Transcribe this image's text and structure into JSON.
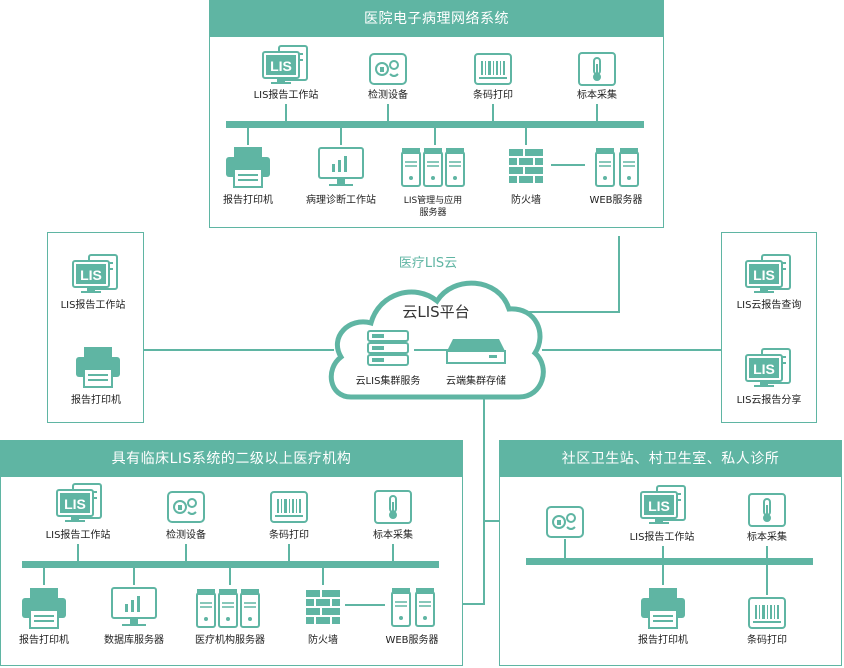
{
  "colors": {
    "accent": "#5fb5a3",
    "accent_dark": "#3e9a86",
    "text": "#333333"
  },
  "top_panel": {
    "title": "医院电子病理网络系统",
    "row1": [
      {
        "label": "LIS报告工作站",
        "icon": "lis-workstation-icon"
      },
      {
        "label": "检测设备",
        "icon": "testing-device-icon"
      },
      {
        "label": "条码打印",
        "icon": "barcode-print-icon"
      },
      {
        "label": "标本采集",
        "icon": "specimen-collection-icon"
      }
    ],
    "row2": [
      {
        "label": "报告打印机",
        "icon": "printer-icon"
      },
      {
        "label": "病理诊断工作站",
        "icon": "diagnosis-workstation-icon"
      },
      {
        "label": "LIS管理与应用",
        "label2": "服务器",
        "icon": "server-cluster-icon"
      },
      {
        "label": "防火墙",
        "icon": "firewall-icon"
      },
      {
        "label": "WEB服务器",
        "icon": "web-server-icon"
      }
    ]
  },
  "left_panel": {
    "items": [
      {
        "label": "LIS报告工作站",
        "icon": "lis-workstation-icon"
      },
      {
        "label": "报告打印机",
        "icon": "printer-icon"
      }
    ]
  },
  "right_panel": {
    "items": [
      {
        "label": "LIS云报告查询",
        "icon": "lis-workstation-icon"
      },
      {
        "label": "LIS云报告分享",
        "icon": "lis-workstation-icon"
      }
    ]
  },
  "cloud": {
    "title": "医疗LIS云",
    "platform": "云LIS平台",
    "service_label": "云LIS集群服务",
    "storage_label": "云端集群存储"
  },
  "bottom_left_panel": {
    "title": "具有临床LIS系统的二级以上医疗机构",
    "row1": [
      {
        "label": "LIS报告工作站",
        "icon": "lis-workstation-icon"
      },
      {
        "label": "检测设备",
        "icon": "testing-device-icon"
      },
      {
        "label": "条码打印",
        "icon": "barcode-print-icon"
      },
      {
        "label": "标本采集",
        "icon": "specimen-collection-icon"
      }
    ],
    "row2": [
      {
        "label": "报告打印机",
        "icon": "printer-icon"
      },
      {
        "label": "数据库服务器",
        "icon": "database-server-icon"
      },
      {
        "label": "医疗机构服务器",
        "icon": "server-cluster-icon"
      },
      {
        "label": "防火墙",
        "icon": "firewall-icon"
      },
      {
        "label": "WEB服务器",
        "icon": "web-server-icon"
      }
    ]
  },
  "bottom_right_panel": {
    "title": "社区卫生站、村卫生室、私人诊所",
    "row1": [
      {
        "label": "LIS报告工作站",
        "icon": "lis-workstation-icon"
      },
      {
        "label": "标本采集",
        "icon": "specimen-collection-icon"
      }
    ],
    "row2": [
      {
        "label": "报告打印机",
        "icon": "printer-icon"
      },
      {
        "label": "条码打印",
        "icon": "barcode-print-icon"
      }
    ]
  }
}
